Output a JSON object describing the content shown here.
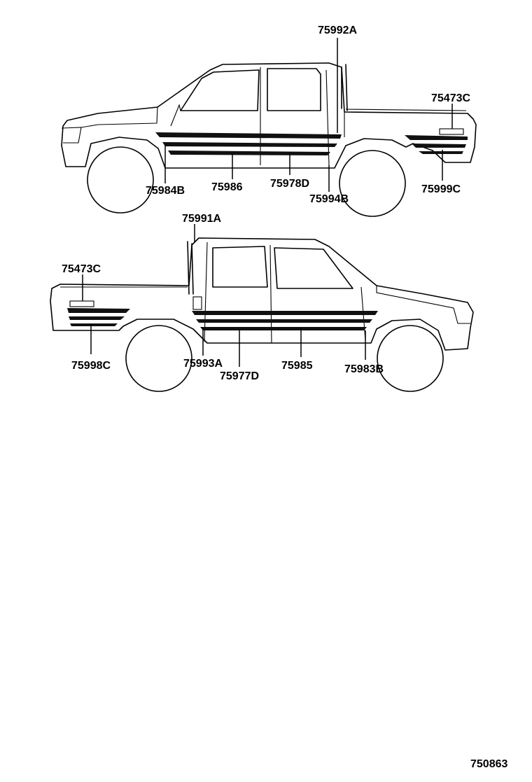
{
  "diagram": {
    "upper_view": {
      "parts": [
        "75992A",
        "75473C",
        "75984B",
        "75986",
        "75978D",
        "75994B",
        "75999C"
      ]
    },
    "lower_view": {
      "parts": [
        "75991A",
        "75473C",
        "75998C",
        "75993A",
        "75977D",
        "75985",
        "75983B"
      ]
    },
    "figure_number": "750863"
  }
}
